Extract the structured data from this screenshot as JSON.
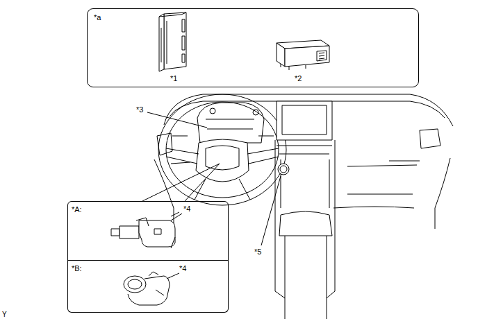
{
  "diagram": {
    "nodes": [
      {
        "text": [
          "*a",
          "*1",
          "*2"
        ]
      },
      {
        "text": [
          "*A:",
          "*4"
        ]
      },
      {
        "text": [
          "*B:",
          "*4"
        ]
      }
    ],
    "labels": [
      "*3",
      "*5",
      "Y"
    ]
  }
}
